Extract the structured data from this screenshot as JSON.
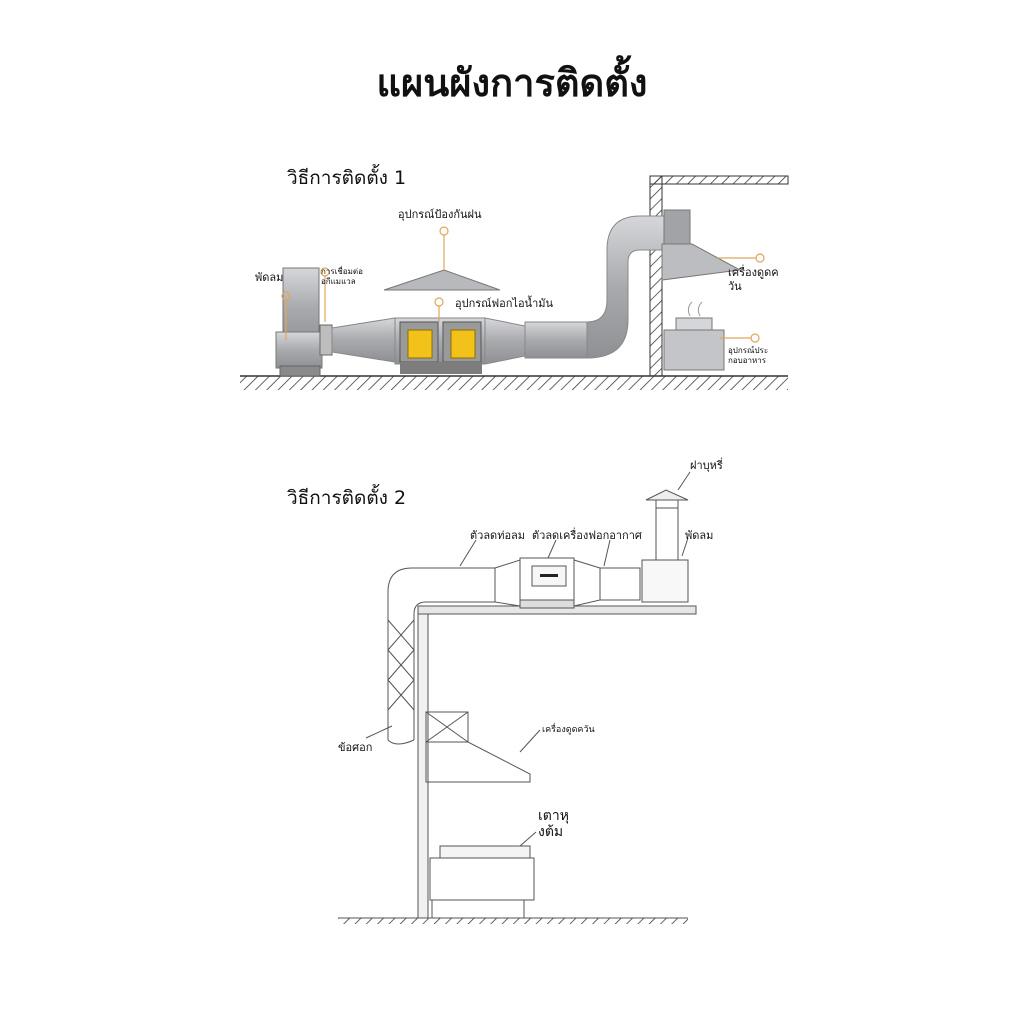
{
  "title": "แผนผังการติดตั้ง",
  "method1": {
    "heading": "วิธีการติดตั้ง 1",
    "labels": {
      "rain_cover": "อุปกรณ์ป้องกันฝน",
      "fan": "พัดลม",
      "soft_connector": "การเชื่อมต่อ\nอกีแมแวล",
      "fume_purifier": "อุปกรณ์ฟอกไอน้ำมัน",
      "range_hood": "เครื่องดูดค\nวัน",
      "cooking_equipment": "อุปกรณ์ประ\nกอบอาหาร"
    }
  },
  "method2": {
    "heading": "วิธีการติดตั้ง 2",
    "labels": {
      "chimney_cap": "ฝาบุหรี่",
      "duct_reducer": "ตัวลดท่อลม",
      "purifier_reducer": "ตัวลดเครื่องฟอกอากาศ",
      "fan": "พัดลม",
      "elbow": "ข้อศอก",
      "range_hood": "เครื่องดูดควัน",
      "stove": "เตาหุ\nงต้ม"
    }
  },
  "colors": {
    "duct": "#b8b9bc",
    "purifier": "#f2c21a",
    "leader": "#e0a65a",
    "line": "#555555"
  }
}
